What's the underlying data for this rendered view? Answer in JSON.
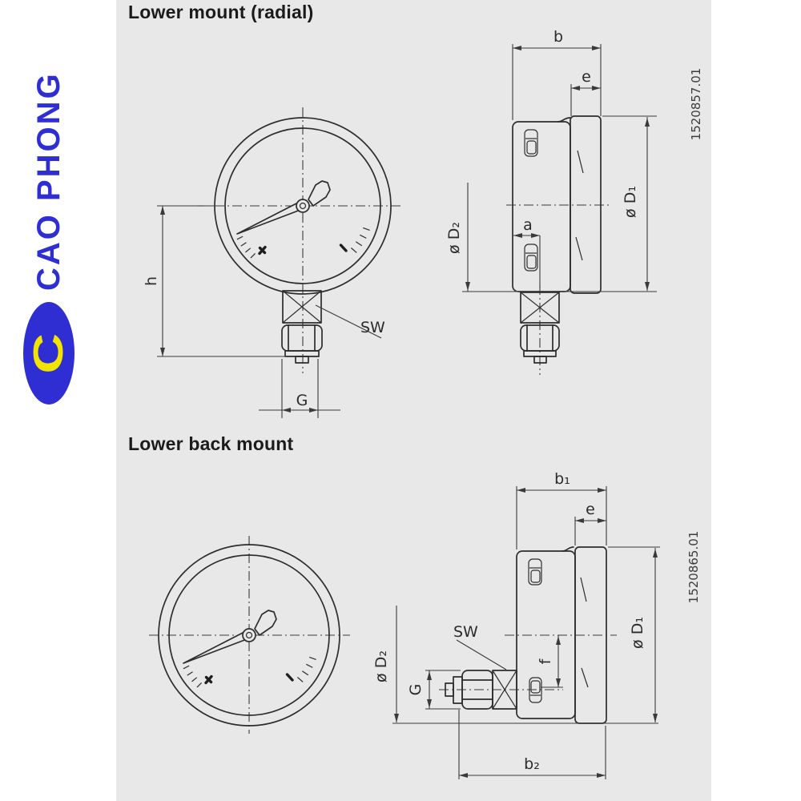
{
  "page": {
    "background": "#ffffff",
    "panel_background": "#e8e8e8"
  },
  "logo": {
    "brand": "CAO PHONG",
    "monogram": "C",
    "blue": "#2e2ed2",
    "yellow": "#f2e300"
  },
  "sections": [
    {
      "title": "Lower mount (radial)",
      "doc_number": "1520857.01",
      "labels": {
        "b": "b",
        "e": "e",
        "a": "a",
        "h": "h",
        "g": "G",
        "sw": "SW",
        "d1": "ø D₁",
        "d2": "ø D₂"
      }
    },
    {
      "title": "Lower back mount",
      "doc_number": "1520865.01",
      "labels": {
        "b1": "b₁",
        "e": "e",
        "b2": "b₂",
        "f": "f",
        "g": "G",
        "sw": "SW",
        "d1": "ø D₁",
        "d2": "ø D₂"
      }
    }
  ]
}
